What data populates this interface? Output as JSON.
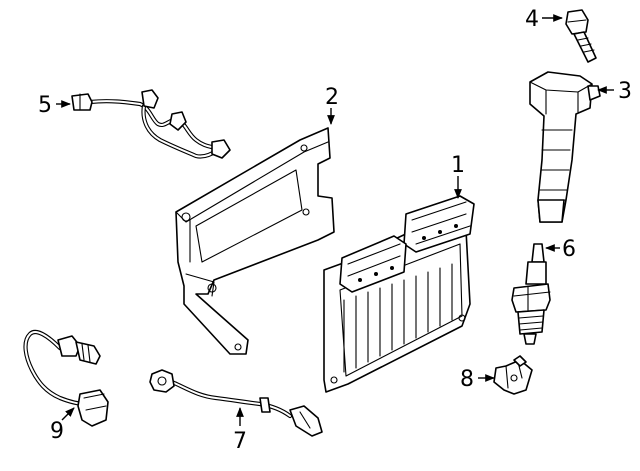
{
  "parts": [
    {
      "number": "1"
    },
    {
      "number": "2"
    },
    {
      "number": "3"
    },
    {
      "number": "4"
    },
    {
      "number": "5"
    },
    {
      "number": "6"
    },
    {
      "number": "7"
    },
    {
      "number": "8"
    },
    {
      "number": "9"
    }
  ]
}
